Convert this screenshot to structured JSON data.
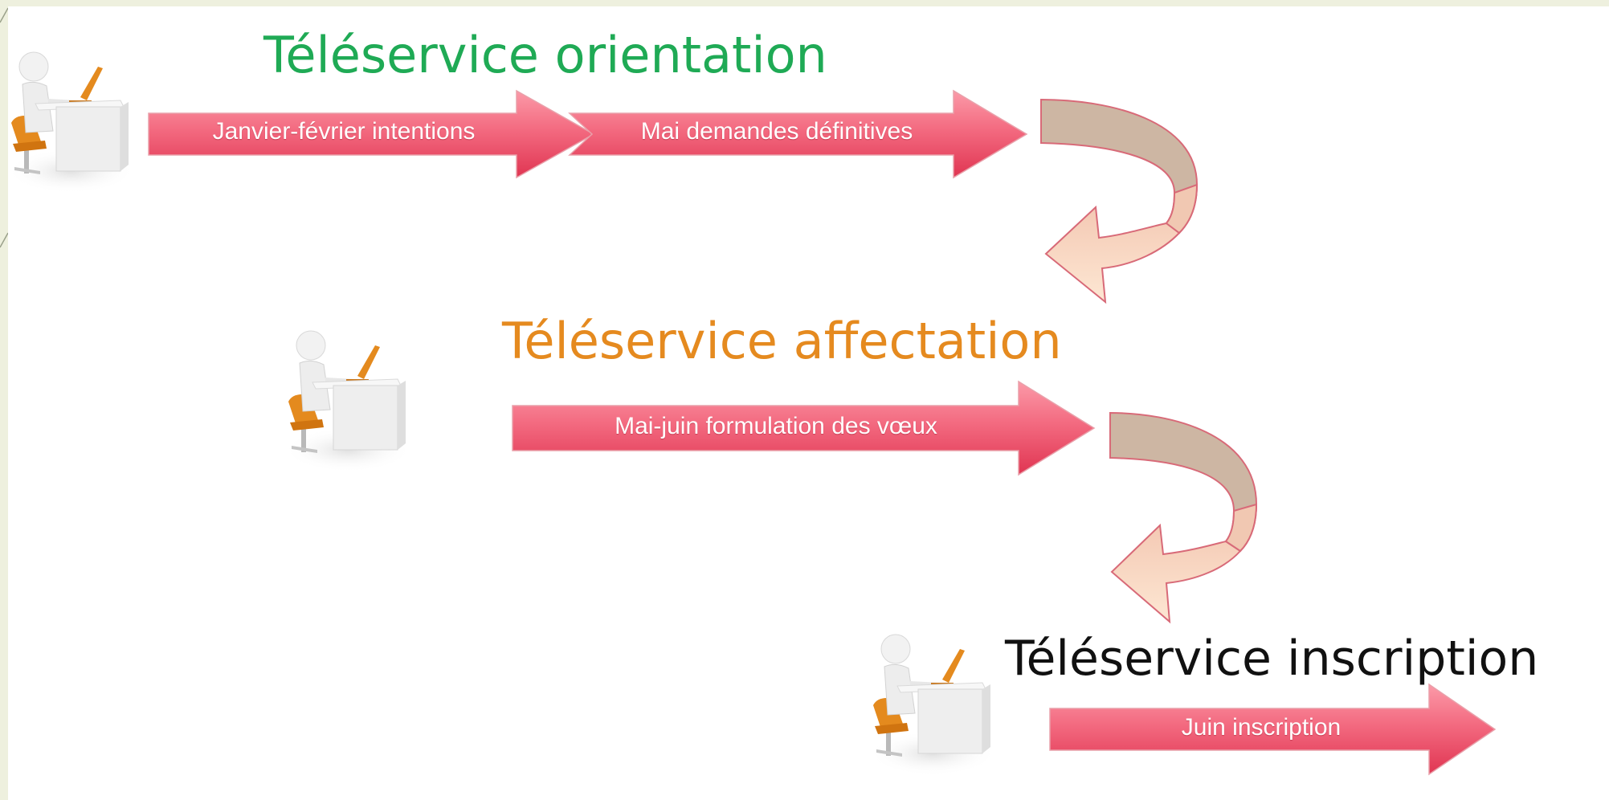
{
  "colors": {
    "background": "#eef0de",
    "orientation_title": "#1faa55",
    "affectation_title": "#e58a1f",
    "inscription_title": "#111111",
    "arrow_fill_top": "#f88494",
    "arrow_fill_bottom": "#e23a55",
    "curve_back": "#cdb8a6",
    "curve_front": "#fbe0c8",
    "curve_stroke": "#d8606e"
  },
  "stages": [
    {
      "title": "Téléservice orientation",
      "icon": "person-at-desk-icon",
      "arrows": [
        "Janvier-février intentions",
        "Mai demandes définitives"
      ]
    },
    {
      "title": "Téléservice affectation",
      "icon": "person-at-desk-icon",
      "arrows": [
        "Mai-juin formulation des vœux"
      ]
    },
    {
      "title": "Téléservice inscription",
      "icon": "person-at-desk-icon",
      "arrows": [
        "Juin inscription"
      ]
    }
  ]
}
